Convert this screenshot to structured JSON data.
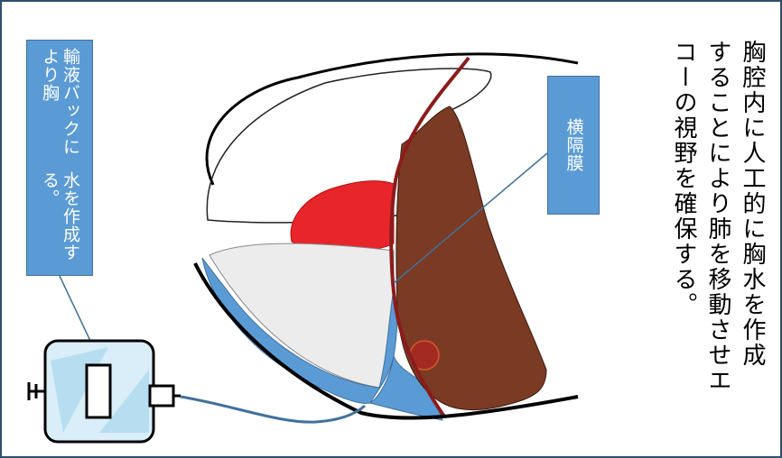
{
  "labels": {
    "bag_label_line1": "輸液バックにより胸",
    "bag_label_line2": "水を作成する。",
    "diaphragm_label": "横隔膜"
  },
  "caption": {
    "line1": "胸腔内に人工的に胸水を作成",
    "line2": "することにより肺を移動させエ",
    "line3": "コーの視野を確保する。"
  },
  "colors": {
    "label_box": "#5b9bd5",
    "effusion": "#5b9bd5",
    "liver": "#7b3a23",
    "heart": "#e8252b",
    "diaphragm_line": "#8b1c1c",
    "lung": "#ececec"
  },
  "icons": {
    "bag": "infusion-bag-icon",
    "vessel": "vessel-circle-icon"
  }
}
